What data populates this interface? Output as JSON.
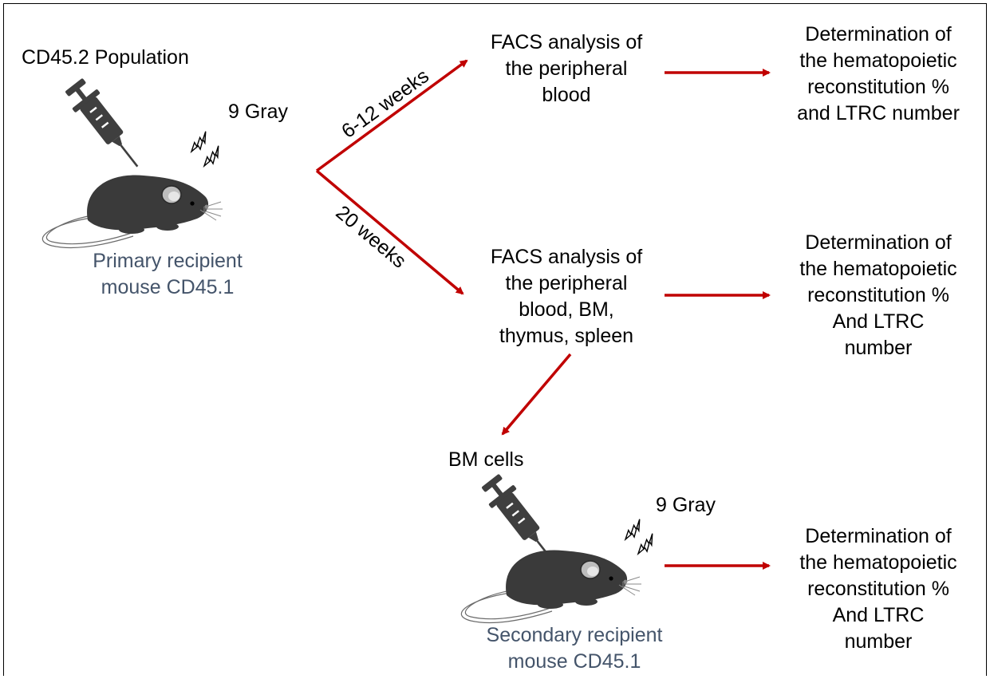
{
  "source_label": "CD45.2 Population",
  "primary": {
    "dose": "9 Gray",
    "recipient_line1": "Primary recipient",
    "recipient_line2": "mouse CD45.1"
  },
  "branch_top": {
    "time_label": "6-12 weeks",
    "facs_lines": [
      "FACS analysis of",
      "the peripheral",
      "blood"
    ],
    "result_lines": [
      "Determination of",
      "the hematopoietic",
      "reconstitution %",
      "and LTRC  number"
    ]
  },
  "branch_bottom": {
    "time_label": "20 weeks",
    "facs_lines": [
      "FACS analysis of",
      "the peripheral",
      "blood, BM,",
      "thymus, spleen"
    ],
    "result_lines": [
      "Determination of",
      "the hematopoietic",
      "reconstitution %",
      "And LTRC",
      "number"
    ]
  },
  "secondary": {
    "cells_label": "BM cells",
    "dose": "9 Gray",
    "recipient_line1": "Secondary  recipient",
    "recipient_line2": "mouse CD45.1",
    "result_lines": [
      "Determination of",
      "the hematopoietic",
      "reconstitution %",
      "And LTRC",
      "number"
    ]
  },
  "colors": {
    "arrow": "#c00000",
    "mouse": "#3a3a3a",
    "recipient_text": "#44546a"
  },
  "icons": [
    "syringe-icon",
    "lightning-icon",
    "mouse-icon"
  ]
}
